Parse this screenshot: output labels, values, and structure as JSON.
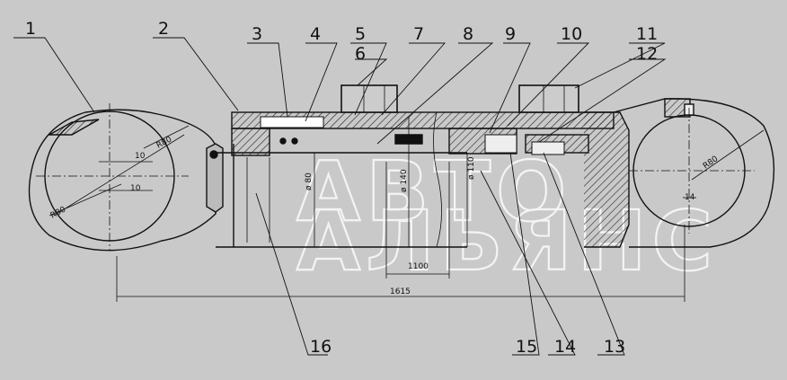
{
  "drawing": {
    "background": "#c9c9c9",
    "line_color": "#111111",
    "hatch_color": "#222222",
    "callouts": [
      "1",
      "2",
      "3",
      "4",
      "5",
      "6",
      "7",
      "8",
      "9",
      "10",
      "11",
      "12",
      "13",
      "14",
      "15",
      "16"
    ],
    "dimensions": {
      "radius_left_top": "R80",
      "radius_left_bottom": "R80",
      "radius_right": "R80",
      "offset_upper": "10",
      "offset_lower": "10",
      "rod_diameter": "ø 80",
      "bore_diameter": "ø 140",
      "piston_diameter": "ø 110",
      "stroke": "1100",
      "overall_length": "1615",
      "slot_width": "14"
    },
    "watermark": {
      "line1": "АВТО",
      "line2": "АЛЬЯНС"
    }
  }
}
